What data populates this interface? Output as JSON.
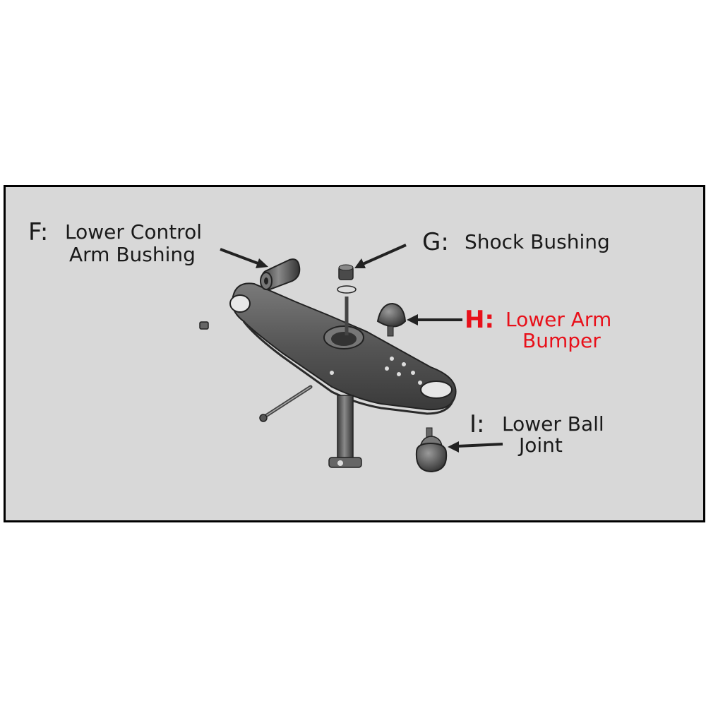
{
  "callouts": {
    "f": {
      "letter": "F:",
      "line1": "Lower Control",
      "line2": "Arm Bushing"
    },
    "g": {
      "letter": "G:",
      "line1": "Shock Bushing"
    },
    "h": {
      "letter": "H:",
      "line1": "Lower Arm",
      "line2": "Bumper"
    },
    "i": {
      "letter": "I:",
      "line1": "Lower Ball",
      "line2": "Joint"
    }
  },
  "colors": {
    "highlight": "#e8101a",
    "text": "#1a1a1a",
    "panel_background": "#d8d8d8",
    "part_dark": "#555555"
  },
  "parts": [
    "lower-control-arm",
    "lower-control-arm-bushing",
    "shock-bushing",
    "lower-arm-bumper",
    "lower-ball-joint",
    "strut-rod",
    "shock-absorber",
    "pivot-bolt"
  ]
}
